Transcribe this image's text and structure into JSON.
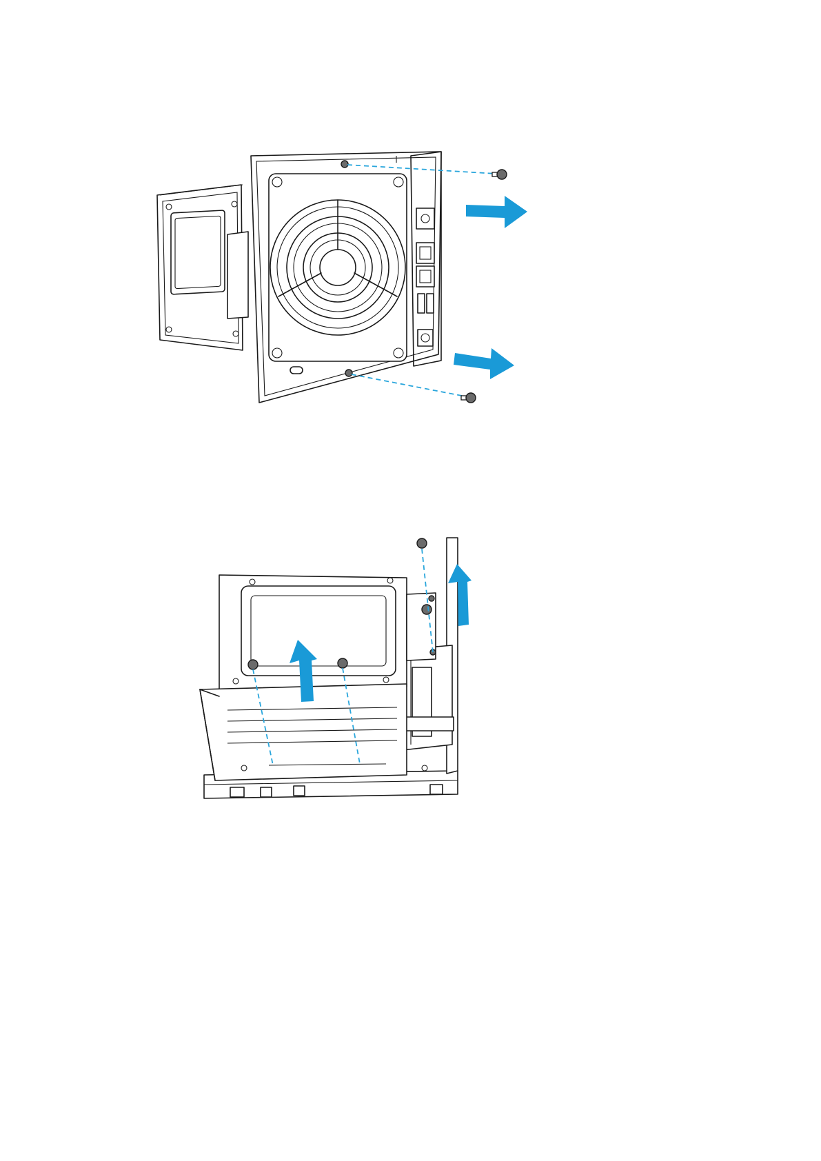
{
  "diagram": {
    "figures": [
      {
        "id": "remove-rear-panel",
        "arrows": 2,
        "screws": 2
      },
      {
        "id": "lift-drive-cage",
        "arrows": 2,
        "screws": 3
      }
    ],
    "colors": {
      "arrow": "#1a9ad7",
      "guide_line": "#2aa6dc",
      "outline": "#1a1a1a",
      "screw": "#6b6b6b",
      "background": "#ffffff"
    },
    "icons": [
      "screw-icon",
      "arrow-icon",
      "fan-grille-icon",
      "port-icon"
    ]
  }
}
